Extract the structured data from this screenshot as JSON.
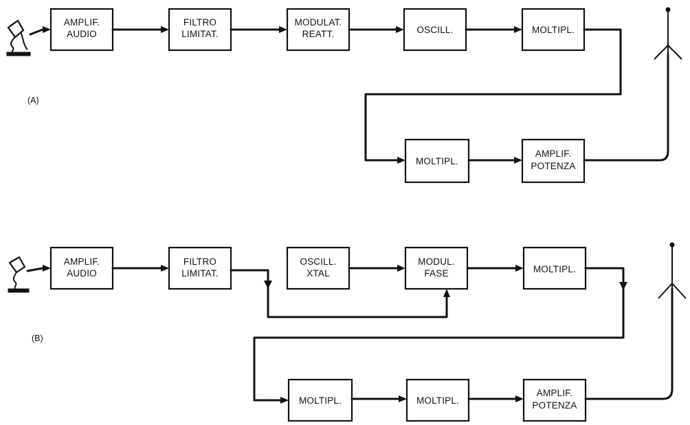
{
  "panel_a": {
    "label": "(A)",
    "blocks": [
      {
        "line1": "AMPLIF.",
        "line2": "AUDIO"
      },
      {
        "line1": "FILTRO",
        "line2": "LIMITAT."
      },
      {
        "line1": "MODULAT.",
        "line2": "REATT."
      },
      {
        "line1": "OSCILL.",
        "line2": ""
      },
      {
        "line1": "MOLTIPL.",
        "line2": ""
      },
      {
        "line1": "MOLTIPL.",
        "line2": ""
      },
      {
        "line1": "AMPLIF.",
        "line2": "POTENZA"
      }
    ]
  },
  "panel_b": {
    "label": "(B)",
    "blocks": [
      {
        "line1": "AMPLIF.",
        "line2": "AUDIO"
      },
      {
        "line1": "FILTRO",
        "line2": "LIMITAT."
      },
      {
        "line1": "OSCILL.",
        "line2": "XTAL"
      },
      {
        "line1": "MODUL.",
        "line2": "FASE"
      },
      {
        "line1": "MOLTIPL.",
        "line2": ""
      },
      {
        "line1": "MOLTIPL.",
        "line2": ""
      },
      {
        "line1": "MOLTIPL.",
        "line2": ""
      },
      {
        "line1": "AMPLIF.",
        "line2": "POTENZA"
      }
    ]
  },
  "icons": [
    "microphone-icon",
    "antenna-icon"
  ]
}
